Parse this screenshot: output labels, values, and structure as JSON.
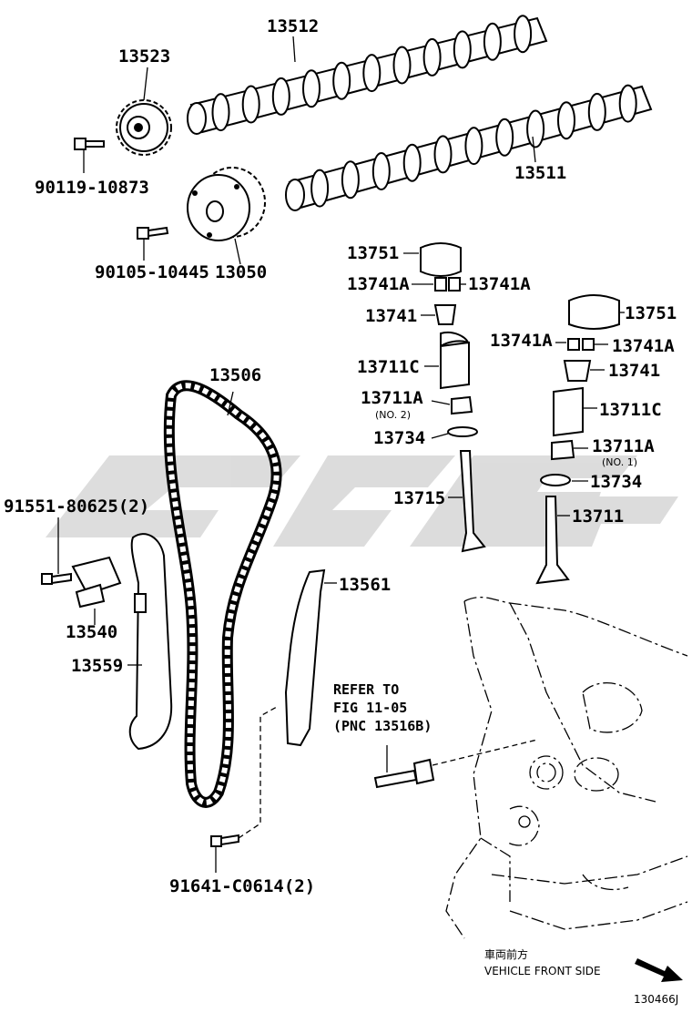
{
  "labels": {
    "p13512": "13512",
    "p13523": "13523",
    "p13511": "13511",
    "p90119": "90119-10873",
    "p90105": "90105-10445",
    "p13050": "13050",
    "p13751_left": "13751",
    "p13741A_l1": "13741A",
    "p13741A_l2": "13741A",
    "p13741_left": "13741",
    "p13711C_left": "13711C",
    "p13711A_left": "13711A",
    "no2": "(NO. 2)",
    "p13734_left": "13734",
    "p13715": "13715",
    "p13751_right": "13751",
    "p13741A_r1": "13741A",
    "p13741A_r2": "13741A",
    "p13741_right": "13741",
    "p13711C_right": "13711C",
    "p13711A_right": "13711A",
    "no1": "(NO. 1)",
    "p13734_right": "13734",
    "p13711": "13711",
    "p13506": "13506",
    "p91551": "91551-80625(2)",
    "p13540": "13540",
    "p13559": "13559",
    "p13561": "13561",
    "p91641": "91641-C0614(2)"
  },
  "refer": {
    "line1": "REFER TO",
    "line2": "FIG 11-05",
    "line3": "(PNC 13516B)"
  },
  "front": {
    "jp": "車両前方",
    "en": "VEHICLE FRONT SIDE"
  },
  "figure_code": "130466J",
  "watermark_color": "#d9d9d9"
}
